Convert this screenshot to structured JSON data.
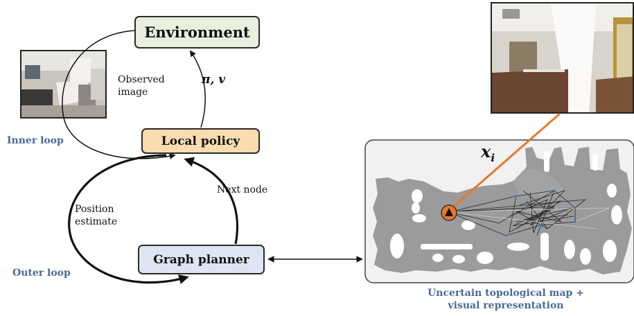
{
  "nodes": {
    "environment": "Environment",
    "local_policy": "Local policy",
    "graph_planner": "Graph planner"
  },
  "labels": {
    "observed_image_line1": "Observed",
    "observed_image_line2": "image",
    "pi_v": "π, v",
    "next_node": "Next node",
    "position_estimate_line1": "Position",
    "position_estimate_line2": "estimate",
    "inner_loop": "Inner loop",
    "outer_loop": "Outer loop",
    "x_i": "x",
    "x_i_sub": "i",
    "map_caption_line1": "Uncertain topological map +",
    "map_caption_line2": "visual representation"
  },
  "colors": {
    "environment_fill": "#e9efdf",
    "local_policy_fill": "#fbdcb1",
    "graph_planner_fill": "#dde5f2",
    "loop_label": "#4a6a98",
    "agent_marker": "#e8782a",
    "map_obstacles": "#999999"
  },
  "images": {
    "observed_image": "indoor-room-photo",
    "node_image": "indoor-hallway-photo"
  }
}
